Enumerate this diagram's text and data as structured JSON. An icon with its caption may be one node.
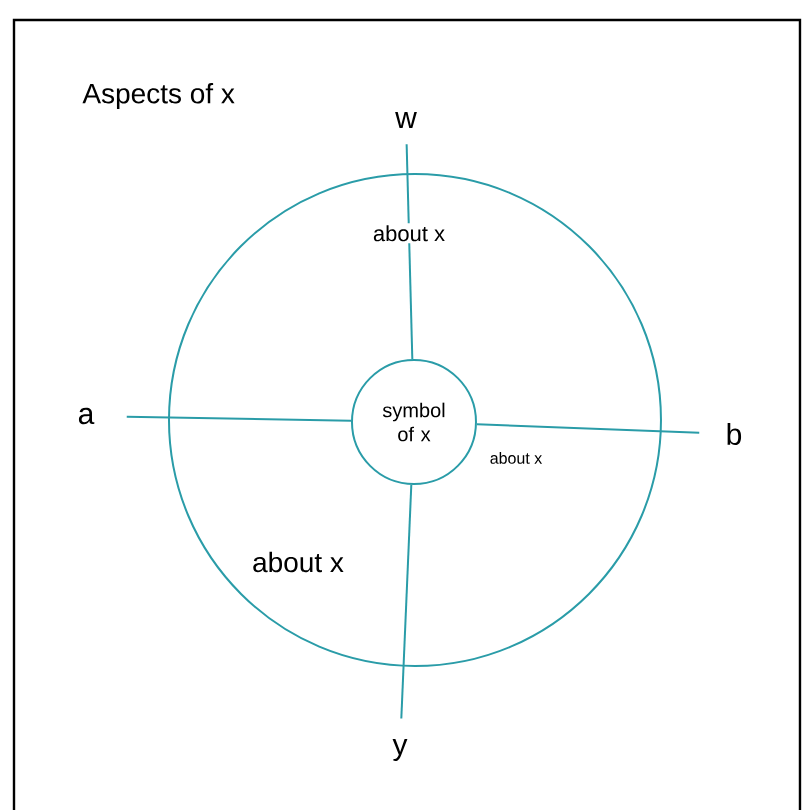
{
  "diagram": {
    "title": "Aspects of x",
    "nodes": [
      {
        "text": [],
        "shape": "circle"
      },
      {
        "text": [
          "symbol of x"
        ],
        "in": 0
      },
      {
        "text": [
          "w"
        ]
      },
      {
        "text": [
          "a"
        ]
      },
      {
        "text": [
          "b"
        ]
      },
      {
        "text": [
          "y"
        ]
      }
    ],
    "edges": [
      {
        "from": 1,
        "to": 2,
        "arrow": "none",
        "label": "about x"
      },
      {
        "from": 1,
        "to": 3,
        "arrow": "none"
      },
      {
        "from": 1,
        "to": 4,
        "arrow": "none"
      },
      {
        "from": 1,
        "to": 5,
        "arrow": "none"
      }
    ],
    "labels": [
      "about x",
      "about x"
    ]
  }
}
